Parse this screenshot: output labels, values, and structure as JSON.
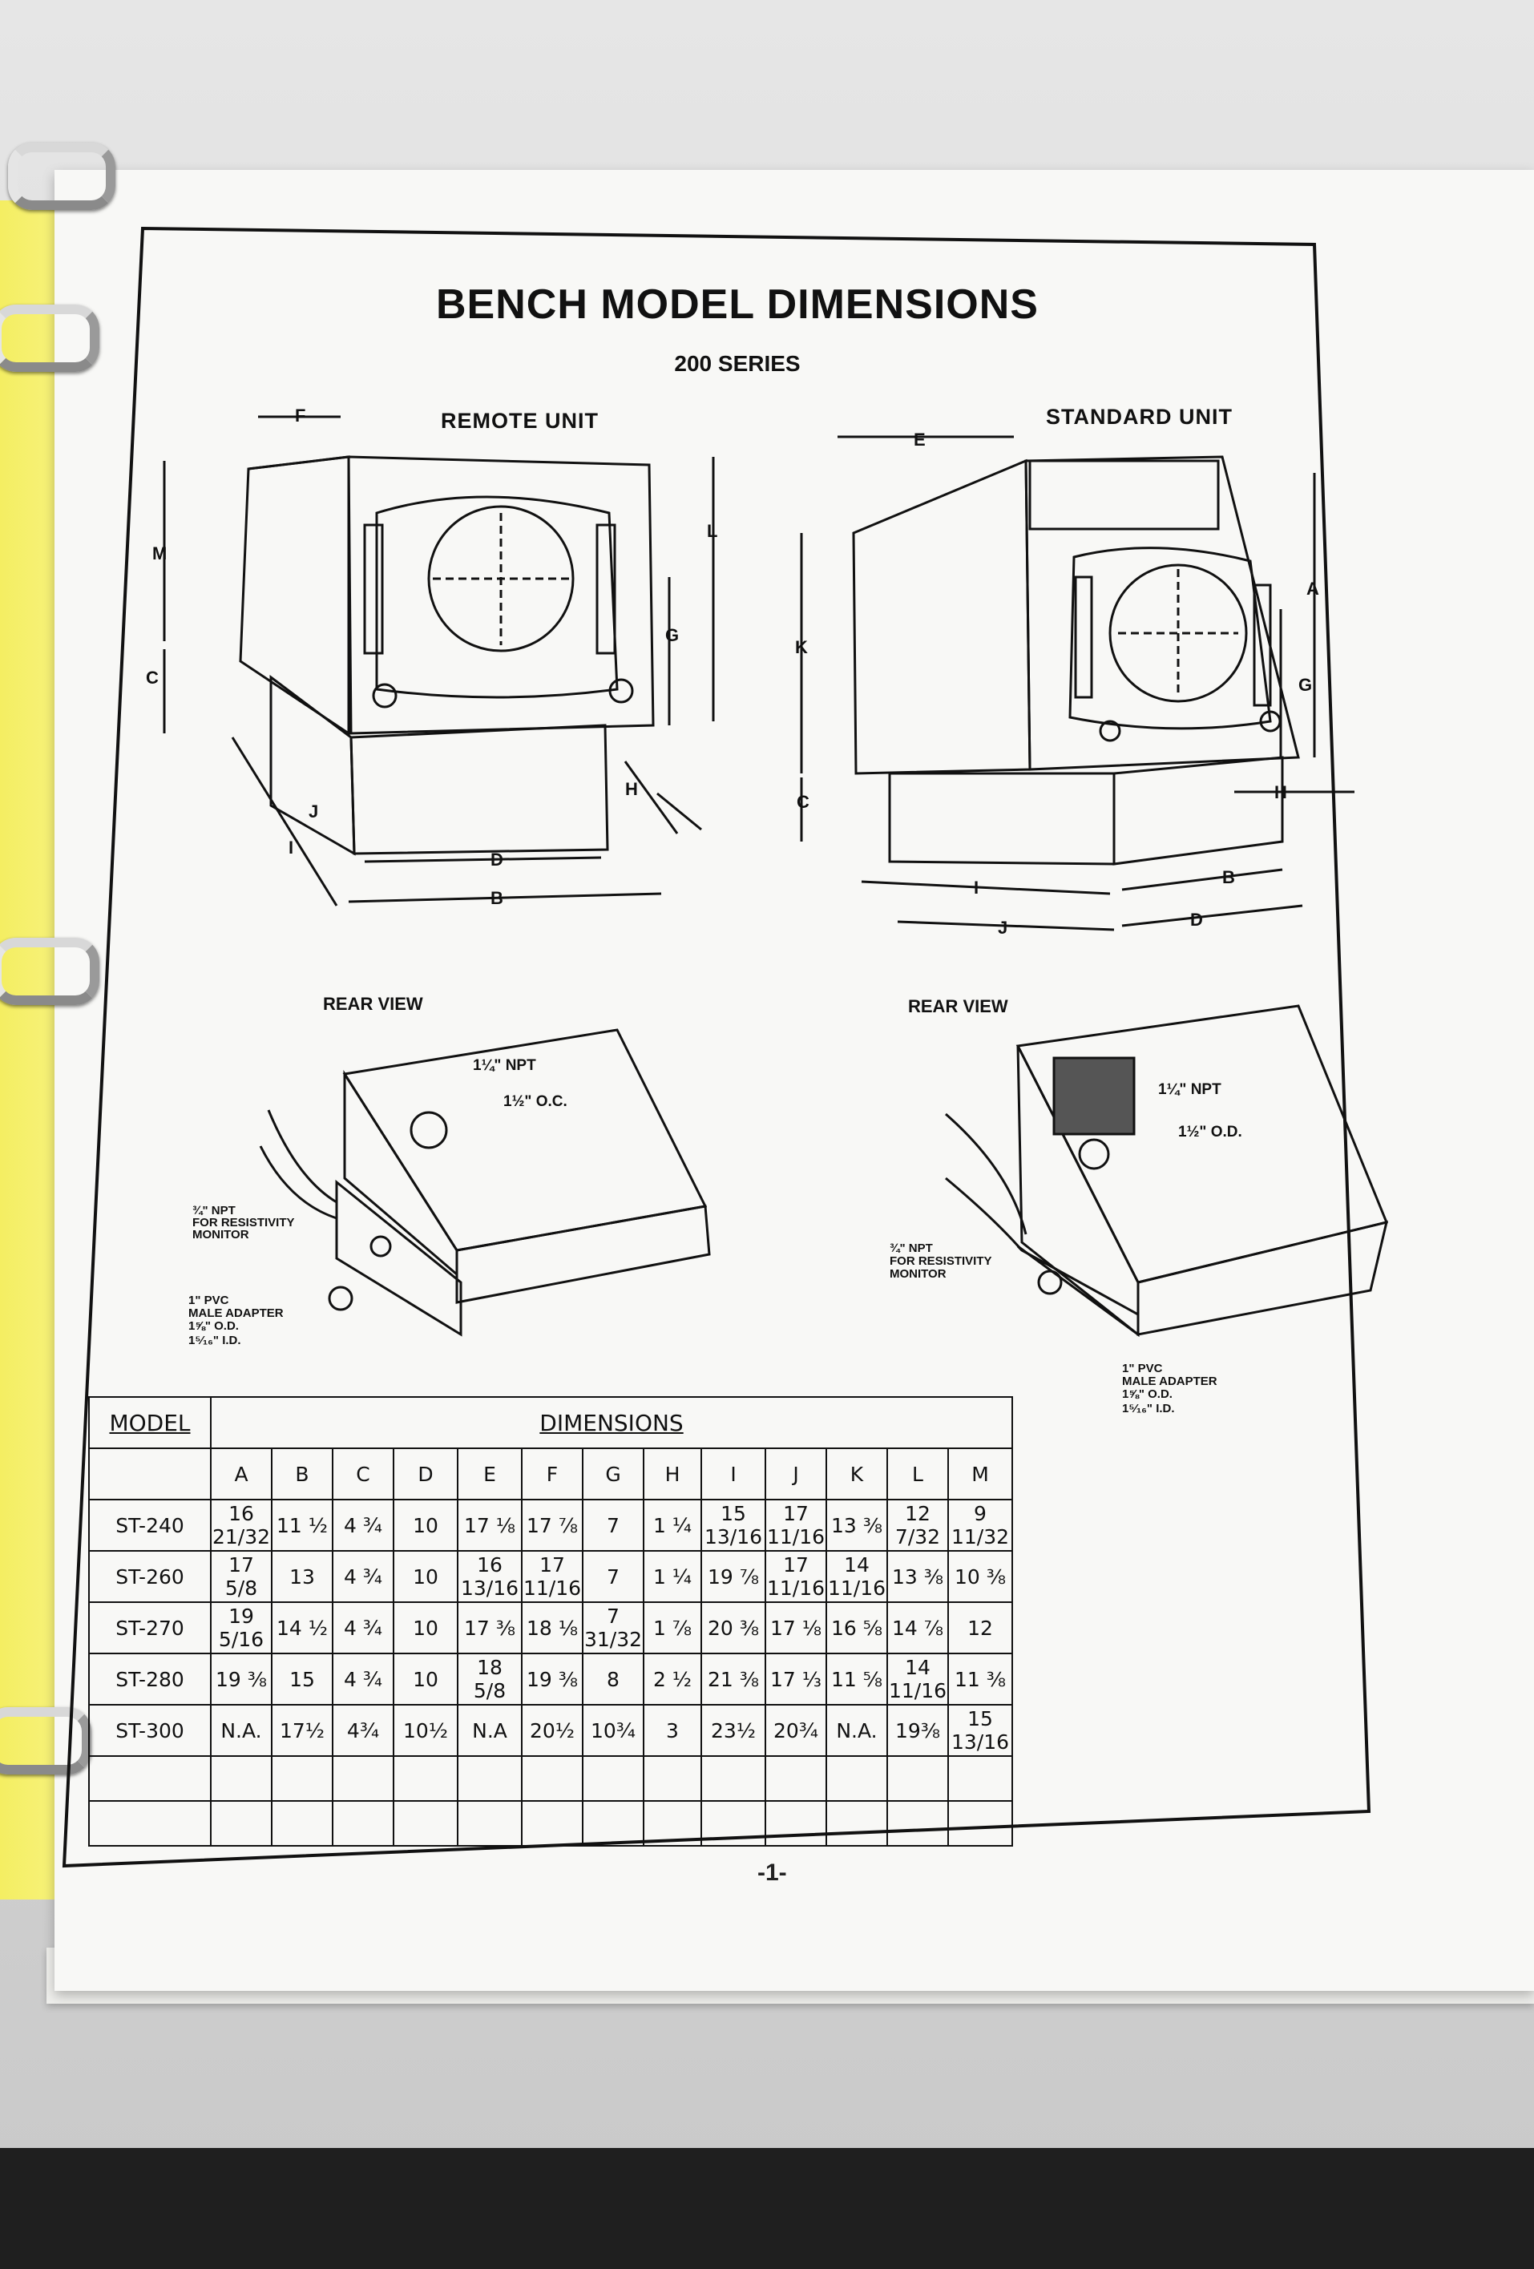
{
  "title": "BENCH MODEL DIMENSIONS",
  "series": "200 SERIES",
  "remote_unit": {
    "label": "REMOTE UNIT",
    "dim_labels": [
      "F",
      "M",
      "C",
      "L",
      "G",
      "H",
      "J",
      "I",
      "D",
      "B"
    ]
  },
  "standard_unit": {
    "label": "STANDARD UNIT",
    "dim_labels": [
      "E",
      "A",
      "K",
      "G",
      "C",
      "H",
      "I",
      "B",
      "J",
      "D"
    ]
  },
  "rear_view_left": {
    "label": "REAR VIEW",
    "notes": [
      "1¼\" NPT",
      "1½\" O.C.",
      "¾\" NPT",
      "FOR RESISTIVITY",
      "MONITOR",
      "1\" PVC",
      "MALE ADAPTER",
      "1⅝\" O.D.",
      "1⁵⁄₁₆\" I.D."
    ]
  },
  "rear_view_right": {
    "label": "REAR VIEW",
    "notes": [
      "1¼\" NPT",
      "1½\" O.D.",
      "¾\" NPT",
      "FOR RESISTIVITY",
      "MONITOR",
      "1\" PVC",
      "MALE ADAPTER",
      "1⅝\" O.D.",
      "1⁵⁄₁₆\" I.D."
    ]
  },
  "table": {
    "model_header": "MODEL",
    "dimensions_header": "DIMENSIONS",
    "columns": [
      "A",
      "B",
      "C",
      "D",
      "E",
      "F",
      "G",
      "H",
      "I",
      "J",
      "K",
      "L",
      "M"
    ],
    "rows": [
      {
        "model": "ST-240",
        "values": [
          "16 21/32",
          "11 ½",
          "4 ¾",
          "10",
          "17 ⅛",
          "17 ⅞",
          "7",
          "1 ¼",
          "15 13/16",
          "17 11/16",
          "13 ⅜",
          "12 7/32",
          "9 11/32"
        ]
      },
      {
        "model": "ST-260",
        "values": [
          "17 5/8",
          "13",
          "4 ¾",
          "10",
          "16 13/16",
          "17 11/16",
          "7",
          "1 ¼",
          "19 ⅞",
          "17 11/16",
          "14 11/16",
          "13 ⅜",
          "10 ⅜"
        ]
      },
      {
        "model": "ST-270",
        "values": [
          "19 5/16",
          "14 ½",
          "4 ¾",
          "10",
          "17 ⅜",
          "18 ⅛",
          "7 31/32",
          "1 ⅞",
          "20 ⅜",
          "17 ⅛",
          "16 ⅝",
          "14 ⅞",
          "12"
        ]
      },
      {
        "model": "ST-280",
        "values": [
          "19 ⅜",
          "15",
          "4 ¾",
          "10",
          "18 5/8",
          "19 ⅜",
          "8",
          "2 ½",
          "21 ⅜",
          "17 ⅓",
          "11 ⅝",
          "14 11/16",
          "11 ⅜"
        ]
      },
      {
        "model": "ST-300",
        "values": [
          "N.A.",
          "17½",
          "4¾",
          "10½",
          "N.A",
          "20½",
          "10¾",
          "3",
          "23½",
          "20¾",
          "N.A.",
          "19⅜",
          "15 13/16"
        ]
      }
    ],
    "blank_rows": 2
  },
  "page_number": "-1-"
}
